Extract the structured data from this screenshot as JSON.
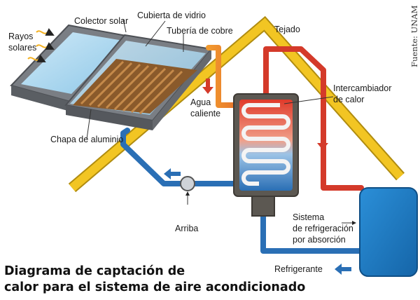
{
  "labels": {
    "rayos": [
      "Rayos",
      "solares"
    ],
    "colector": "Colector solar",
    "cubierta": "Cubierta de vidrio",
    "tuberia": "Tubería de cobre",
    "tejado": "Tejado",
    "intercambiador": [
      "Intercambiador",
      "de calor"
    ],
    "agua": [
      "Agua",
      "caliente"
    ],
    "chapa": "Chapa de aluminio",
    "arriba": "Arriba",
    "sistema": [
      "Sistema",
      "de refrigeración",
      "por absorción"
    ],
    "refrigerante": "Refrigerante"
  },
  "title": [
    "Diagrama de captación de",
    "calor para el sistema de aire acondicionado"
  ],
  "source": "Fuente: UNAM",
  "colors": {
    "roof": "#f2c523",
    "hot_pipe": "#d43a2a",
    "cold_pipe": "#2a6fb5",
    "tank_body": "#6b665e",
    "absorber": "#8a5a2b",
    "cooler": "#1f7fc6",
    "sun_rays": "#f4b223"
  }
}
